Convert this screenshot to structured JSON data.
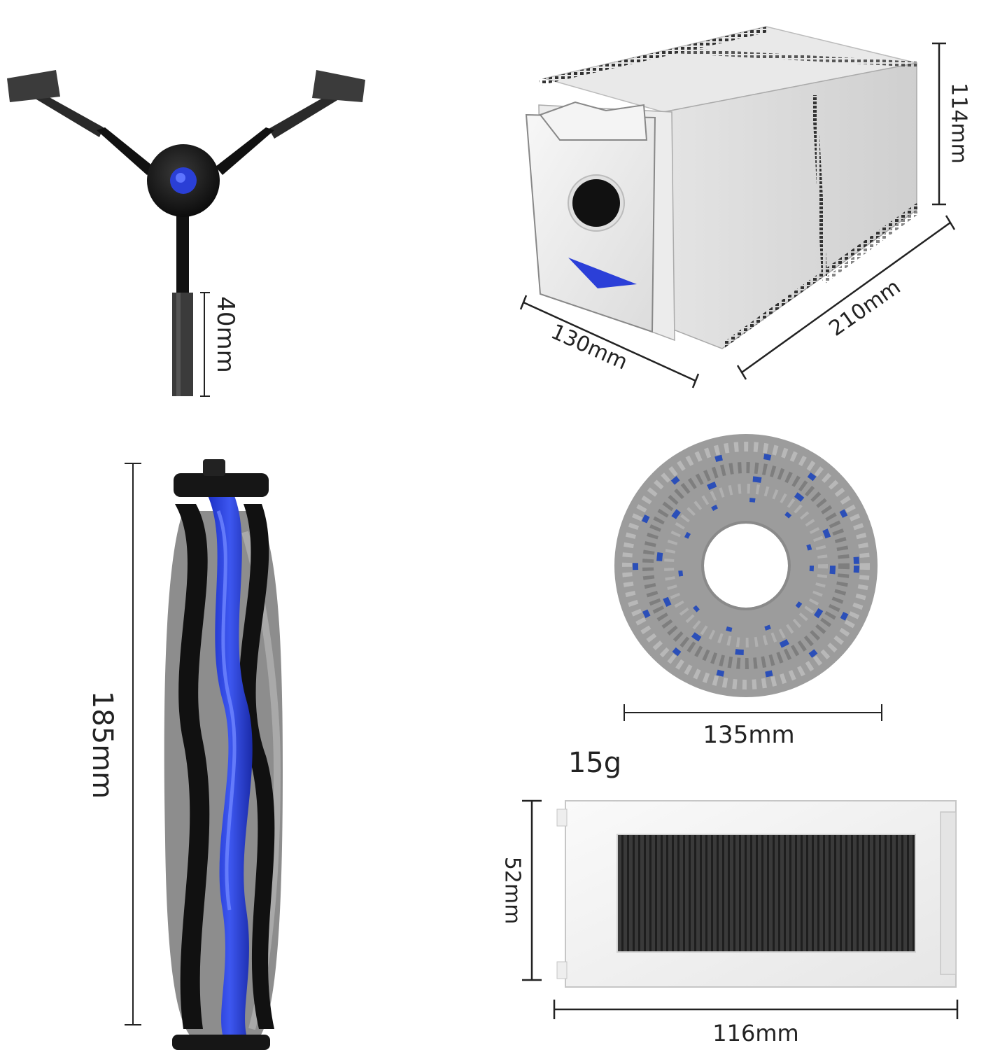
{
  "colors": {
    "accent_blue": "#2b3fd8",
    "dark": "#1a1a1a",
    "bag_white": "#f2f2f2",
    "pad_gray": "#9a9a9a"
  },
  "dimensions": {
    "side_brush_bristle": "40mm",
    "bag_height": "114mm",
    "bag_width": "130mm",
    "bag_depth": "210mm",
    "roller_length": "185mm",
    "mop_diameter": "135mm",
    "filter_weight": "15g",
    "filter_height": "52mm",
    "filter_length": "116mm"
  },
  "items": [
    {
      "name": "side-brush",
      "icon": "side-brush-icon"
    },
    {
      "name": "dust-bag",
      "icon": "dust-bag-icon"
    },
    {
      "name": "main-roller-brush",
      "icon": "roller-brush-icon"
    },
    {
      "name": "mop-pad",
      "icon": "mop-pad-icon"
    },
    {
      "name": "hepa-filter",
      "icon": "filter-icon"
    }
  ]
}
